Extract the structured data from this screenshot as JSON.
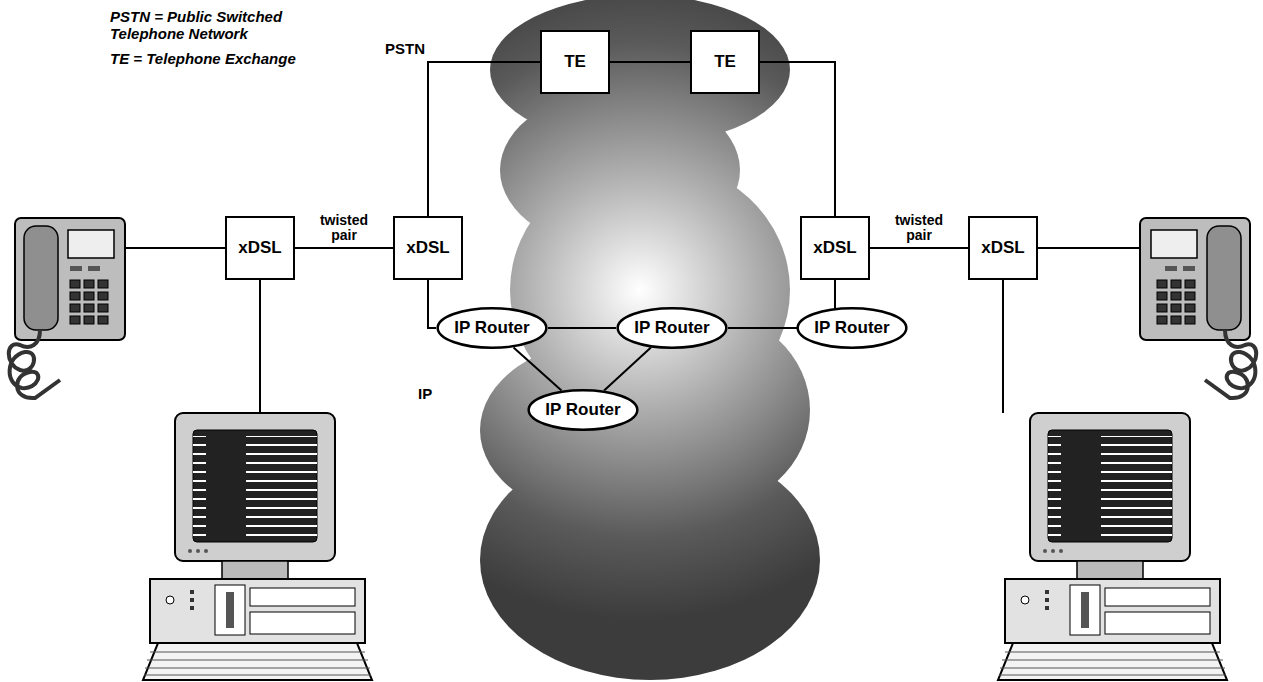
{
  "diagram": {
    "nodes": [
      {
        "text": [
          "TE"
        ]
      },
      {
        "text": [
          "TE"
        ]
      },
      {
        "text": [
          "xDSL"
        ]
      },
      {
        "text": [
          "xDSL"
        ]
      },
      {
        "text": [
          "xDSL"
        ]
      },
      {
        "text": [
          "xDSL"
        ]
      },
      {
        "text": [
          "IP Router"
        ]
      },
      {
        "text": [
          "IP Router"
        ]
      },
      {
        "text": [
          "IP Router"
        ]
      },
      {
        "text": [
          "IP Router"
        ]
      }
    ],
    "edges": [
      {
        "from": 2,
        "to": 3,
        "label": "twisted pair",
        "arrow": "none"
      },
      {
        "from": 3,
        "to": 0,
        "arrow": "none"
      },
      {
        "from": 0,
        "to": 1,
        "arrow": "none"
      },
      {
        "from": 1,
        "to": 4,
        "arrow": "none"
      },
      {
        "from": 3,
        "to": 6,
        "arrow": "none"
      },
      {
        "from": 6,
        "to": 7,
        "arrow": "none"
      },
      {
        "from": 7,
        "to": 8,
        "arrow": "none"
      },
      {
        "from": 8,
        "to": 4,
        "arrow": "none"
      },
      {
        "from": 6,
        "to": 9,
        "arrow": "none"
      },
      {
        "from": 7,
        "to": 9,
        "arrow": "none"
      },
      {
        "from": 4,
        "to": 5,
        "label": "twisted pair",
        "arrow": "none"
      }
    ],
    "labels": [
      "PSTN = Public Switched Telephone Network",
      "TE = Telephone Exchange",
      "PSTN",
      "IP"
    ]
  }
}
